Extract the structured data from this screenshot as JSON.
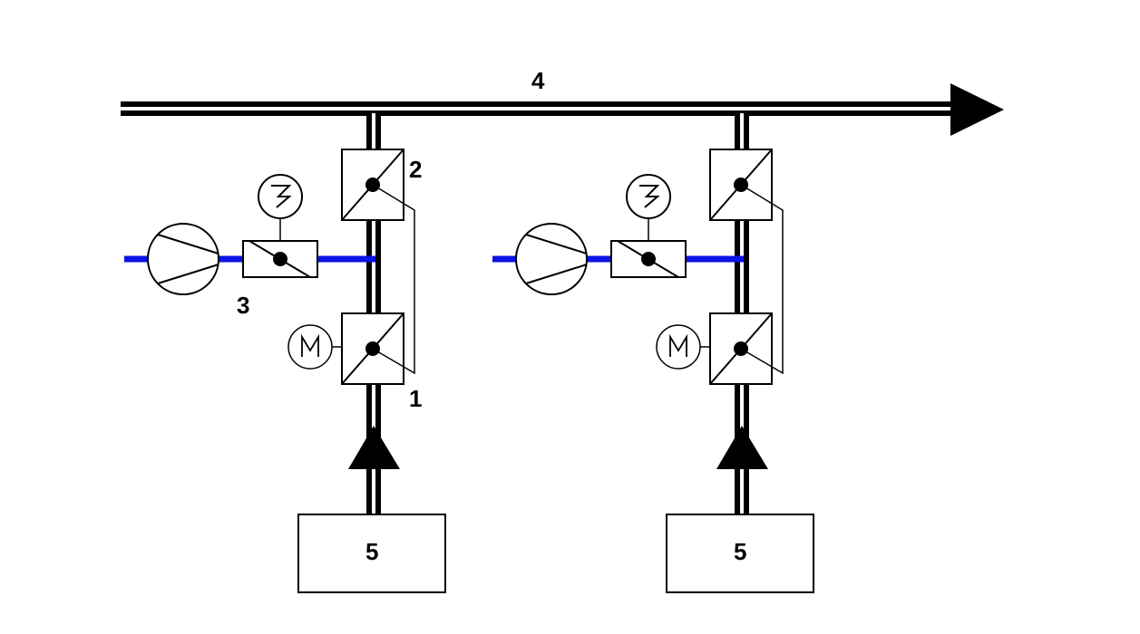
{
  "labels": {
    "main_duct": "4",
    "upper_damper": "2",
    "fan": "3",
    "lower_damper": "1",
    "source_left": "5",
    "source_right": "5"
  },
  "colors": {
    "line": "#000000",
    "secondary_pipe": "#0a14e6",
    "background": "#ffffff"
  },
  "icons": {
    "fan": "fan-icon",
    "damper": "damper-icon",
    "motor": "motor-icon",
    "heater": "heater-icon",
    "flow_arrow": "flow-arrow-icon"
  }
}
